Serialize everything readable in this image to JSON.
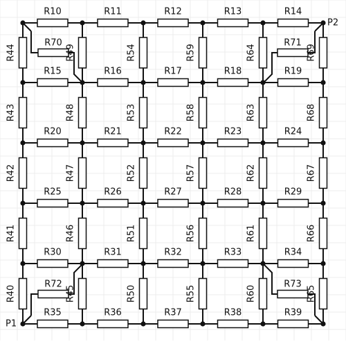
{
  "ports": [
    "P1",
    "P2"
  ],
  "resistors": {
    "top_row": [
      "R10",
      "R11",
      "R12",
      "R13",
      "R14"
    ],
    "row2": [
      "R15",
      "R16",
      "R17",
      "R18",
      "R19"
    ],
    "row3": [
      "R20",
      "R21",
      "R22",
      "R23",
      "R24"
    ],
    "row4": [
      "R25",
      "R26",
      "R27",
      "R28",
      "R29"
    ],
    "row5": [
      "R30",
      "R31",
      "R32",
      "R33",
      "R34"
    ],
    "bottom_row": [
      "R35",
      "R36",
      "R37",
      "R38",
      "R39"
    ],
    "col1": [
      "R44",
      "R43",
      "R42",
      "R41",
      "R40"
    ],
    "col2": [
      "R49",
      "R48",
      "R47",
      "R46",
      "R45"
    ],
    "col3": [
      "R54",
      "R53",
      "R52",
      "R51",
      "R50"
    ],
    "col4": [
      "R59",
      "R58",
      "R57",
      "R56",
      "R55"
    ],
    "col5": [
      "R64",
      "R63",
      "R62",
      "R61",
      "R60"
    ],
    "col6": [
      "R69",
      "R68",
      "R67",
      "R66",
      "R65"
    ],
    "diagonals": [
      "R70",
      "R71",
      "R72",
      "R73"
    ]
  }
}
